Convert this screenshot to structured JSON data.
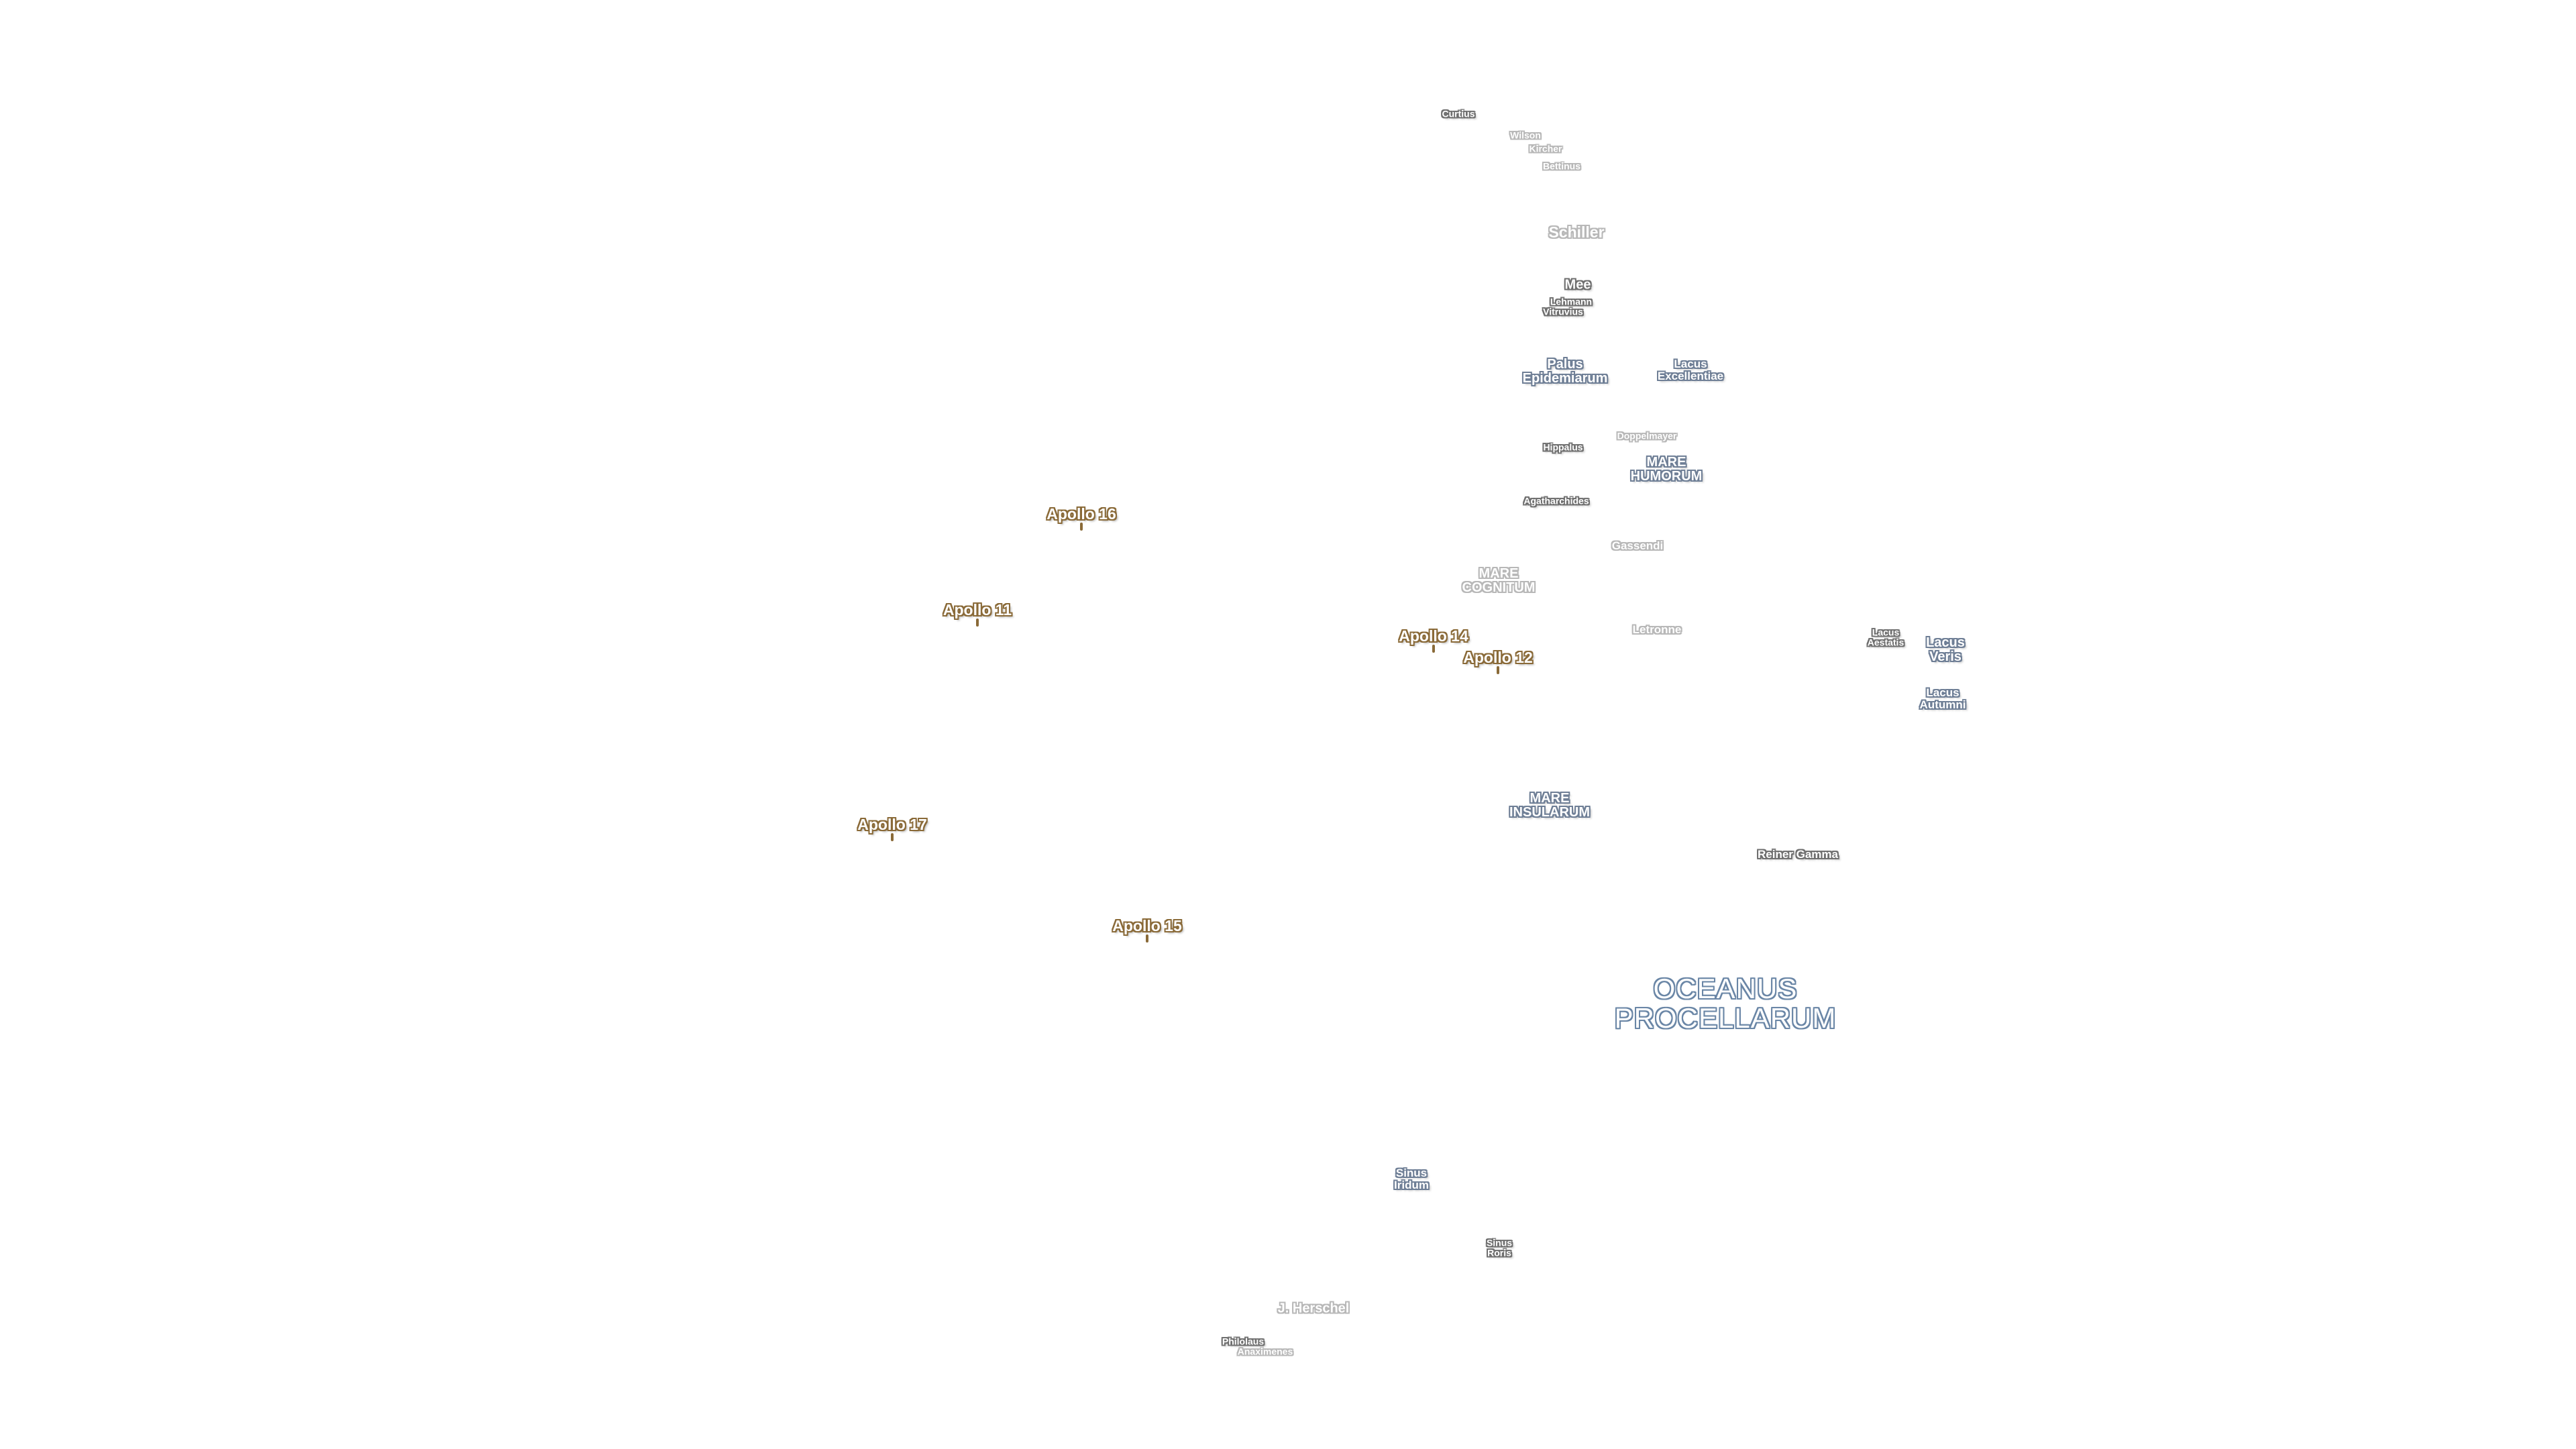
{
  "map": {
    "apollo_sites": [
      {
        "id": "apollo-16",
        "label": "Apollo 16"
      },
      {
        "id": "apollo-11",
        "label": "Apollo 11"
      },
      {
        "id": "apollo-14",
        "label": "Apollo 14"
      },
      {
        "id": "apollo-12",
        "label": "Apollo 12"
      },
      {
        "id": "apollo-17",
        "label": "Apollo 17"
      },
      {
        "id": "apollo-15",
        "label": "Apollo 15"
      }
    ],
    "features": {
      "curtius": "Curtius",
      "wilson": "Wilson",
      "kircher": "Kircher",
      "bettinus": "Bettinus",
      "schiller": "Schiller",
      "mee": "Mee",
      "lehmann": "Lehmann",
      "vitruvius": "Vitruvius",
      "palus_epidemiarum": [
        "Palus",
        "Epidemiarum"
      ],
      "lacus_excellentiae": [
        "Lacus",
        "Excellentiae"
      ],
      "doppelmayer": "Doppelmayer",
      "hippalus": "Hippalus",
      "mare_humorum": [
        "MARE",
        "HUMORUM"
      ],
      "agatharchides": "Agatharchides",
      "gassendi": "Gassendi",
      "mare_cognitum": [
        "MARE",
        "COGNITUM"
      ],
      "letronne": "Letronne",
      "lacus_aestatis": [
        "Lacus",
        "Aestatis"
      ],
      "lacus_veris": [
        "Lacus",
        "Veris"
      ],
      "lacus_autumni": [
        "Lacus",
        "Autumni"
      ],
      "mare_insularum": [
        "MARE",
        "INSULARUM"
      ],
      "reiner_gamma": "Reiner Gamma",
      "oceanus_procellarum": [
        "OCEANUS",
        "PROCELLARUM"
      ],
      "sinus_iridum": [
        "Sinus",
        "Iridum"
      ],
      "sinus_roris": [
        "Sinus",
        "Roris"
      ],
      "j_herschel": "J. Herschel",
      "philolaus": "Philolaus",
      "anaximenes": "Anaximenes"
    }
  }
}
